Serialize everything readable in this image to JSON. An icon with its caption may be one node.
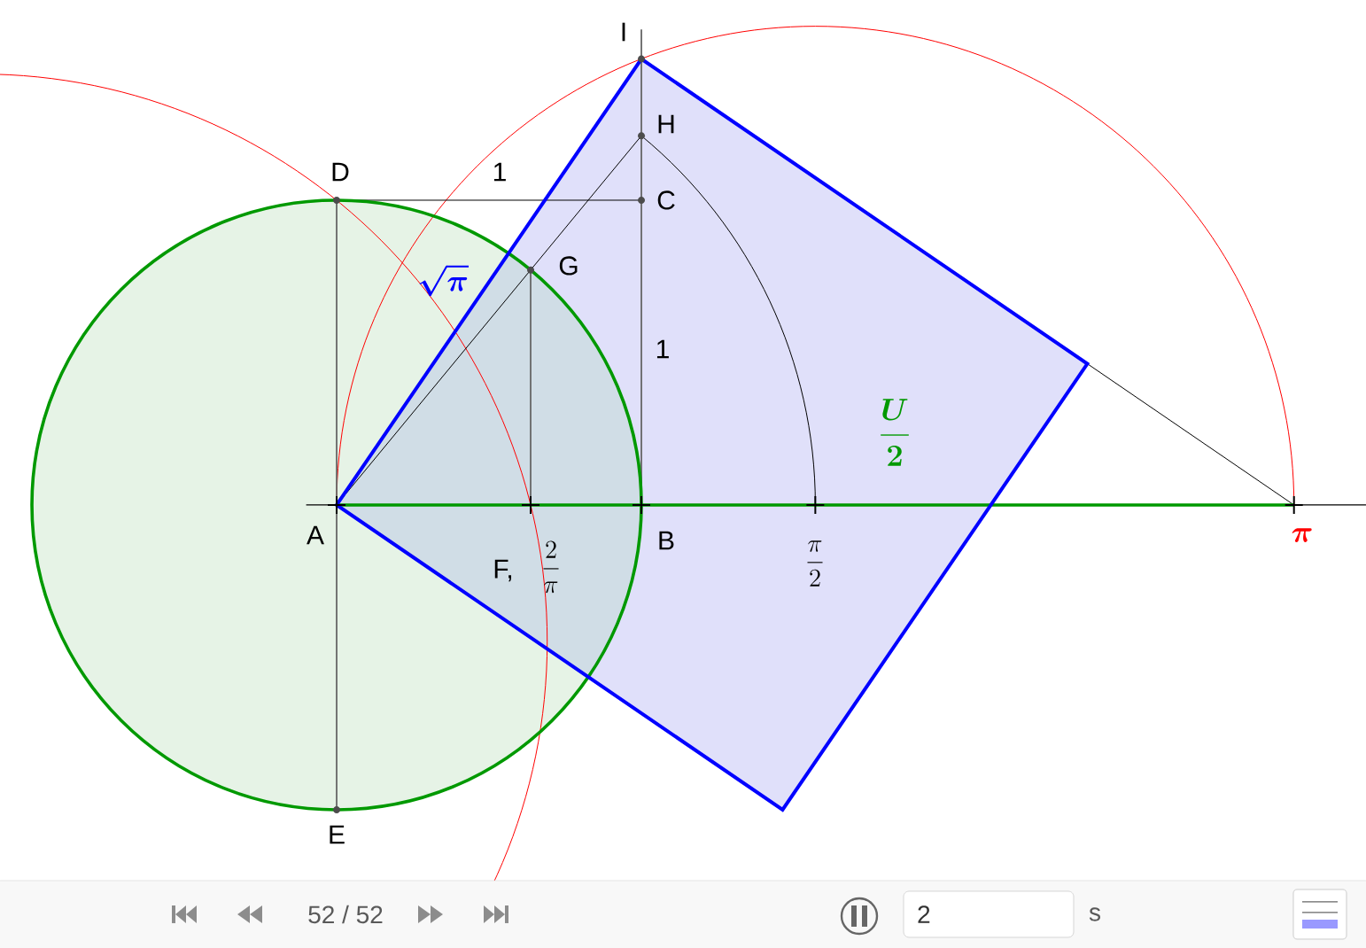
{
  "diagram": {
    "labels": [
      "I",
      "H",
      "D",
      "1",
      "C",
      "\\sqrt{\\pi}",
      "G",
      "1",
      "A",
      "F,",
      "\\frac{2}{\\pi}",
      "B",
      "\\frac{\\pi}{2}",
      "\\frac{U}{2}",
      "\\pi",
      "E",
      "52 / 52",
      "2",
      "s"
    ]
  }
}
